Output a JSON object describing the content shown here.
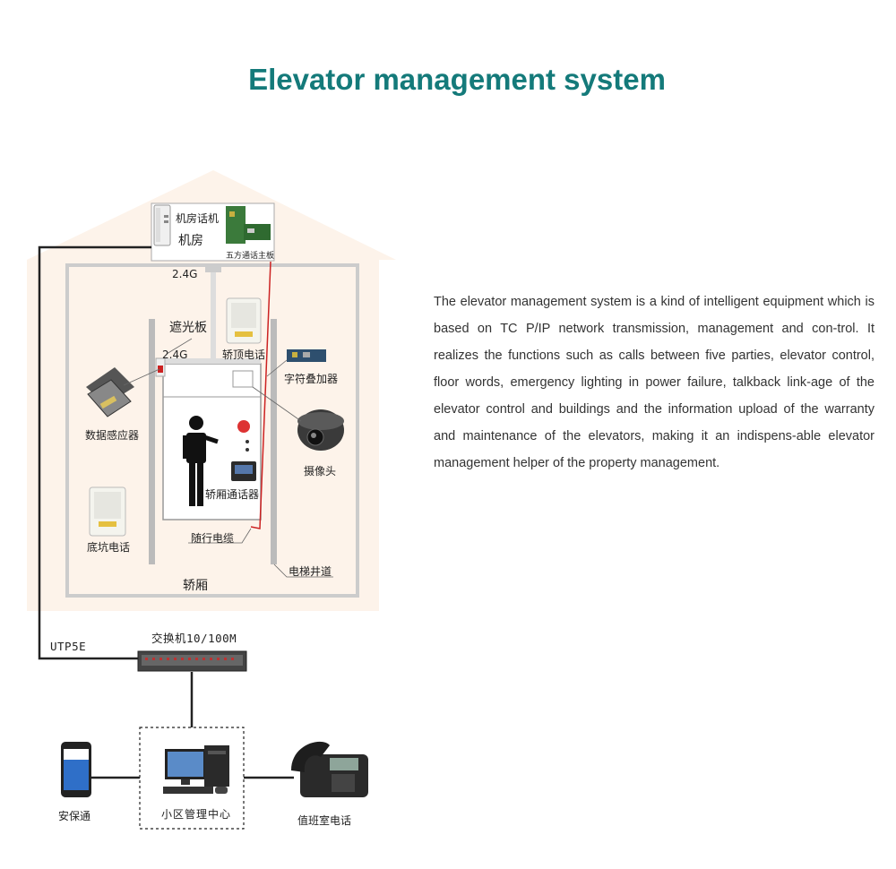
{
  "title": "Elevator management system",
  "description": "The elevator management system is a kind of intelligent equipment which is based on TC P/IP network transmission, management and con-trol. It realizes the functions such as calls between five parties, elevator control, floor words, emergency lighting in power failure, talkback link-age of the elevator control and buildings and the information upload of the warranty and maintenance of the elevators, making it an indispens-able elevator management helper of the property management.",
  "colors": {
    "title": "#147A7A",
    "house_bg": "#FDF3EA",
    "house_border": "#CCCCCC",
    "cable_red": "#CC2222",
    "line_dark": "#222222"
  },
  "labels": {
    "machine_room_phone": "机房话机",
    "machine_room": "机房",
    "five_party_board": "五方通话主板",
    "wireless_top": "2.4G",
    "light_shield": "遮光板",
    "wireless_car": "2.4G",
    "car_top_phone": "轿顶电话",
    "char_overlay": "字符叠加器",
    "data_sensor": "数据感应器",
    "camera": "摄像头",
    "car_intercom": "轿厢通话器",
    "pit_phone": "底坑电话",
    "trailing_cable": "随行电缆",
    "elevator_shaft": "电梯井道",
    "car": "轿厢",
    "switch": "交换机10/100M",
    "utp": "UTP5E",
    "mobile_app": "安保通",
    "management_center": "小区管理中心",
    "duty_phone": "值班室电话"
  }
}
